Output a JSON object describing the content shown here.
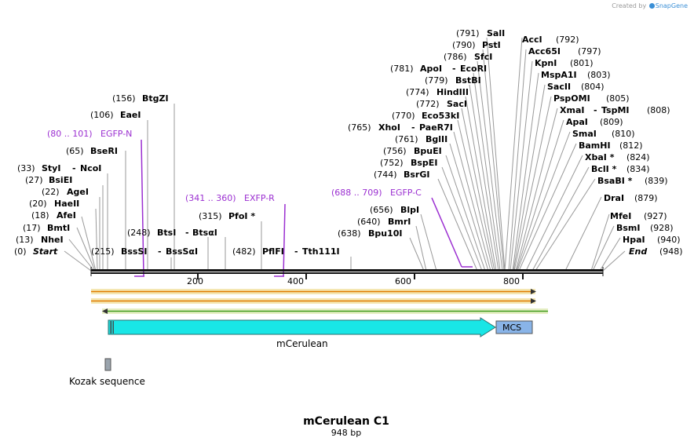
{
  "credit": {
    "prefix": "Created by",
    "brand": "SnapGene",
    "brand_color": "#3a8fd6"
  },
  "title": "mCerulean C1",
  "subtitle": "948 bp",
  "ruler": {
    "ticks": [
      "200",
      "400",
      "600",
      "800"
    ]
  },
  "colors": {
    "feature": "#19e6e6",
    "mcs": "#89b4e8",
    "primer": "#9b2fd1",
    "orf_orange": "#e07b00",
    "orf_green": "#3e9a1c",
    "kozak": "#9aa4ad"
  },
  "features": {
    "mcerulean": "mCerulean",
    "mcs": "MCS",
    "kozak": "Kozak sequence"
  },
  "primers": [
    {
      "id": "egfp_n",
      "pos": "(80 .. 101)",
      "name": "EGFP-N"
    },
    {
      "id": "exfp_r",
      "pos": "(341 .. 360)",
      "name": "EXFP-R"
    },
    {
      "id": "egfp_c",
      "pos": "(688 .. 709)",
      "name": "EGFP-C"
    }
  ],
  "enzymes_left": [
    {
      "pos": "(156)",
      "name": "BtgZI"
    },
    {
      "pos": "(106)",
      "name": "EaeI"
    },
    {
      "pos": "(65)",
      "name": "BseRI"
    },
    {
      "pos": "(33)",
      "name": "StyI",
      "name2": "NcoI"
    },
    {
      "pos": "(27)",
      "name": "BsiEI"
    },
    {
      "pos": "(22)",
      "name": "AgeI"
    },
    {
      "pos": "(20)",
      "name": "HaeII"
    },
    {
      "pos": "(18)",
      "name": "AfeI"
    },
    {
      "pos": "(17)",
      "name": "BmtI"
    },
    {
      "pos": "(13)",
      "name": "NheI"
    },
    {
      "pos": "(0)",
      "name": "Start"
    },
    {
      "pos": "(315)",
      "name": "PfoI *"
    },
    {
      "pos": "(248)",
      "name": "BtsI",
      "name2": "BtsαI"
    },
    {
      "pos": "(215)",
      "name": "BssSI",
      "name2": "BssSαI"
    },
    {
      "pos": "(482)",
      "name": "PflFI",
      "name2": "Tth111I"
    }
  ],
  "enzymes_mid": [
    {
      "pos": "(791)",
      "name": "SalI"
    },
    {
      "pos": "(790)",
      "name": "PstI"
    },
    {
      "pos": "(786)",
      "name": "SfcI"
    },
    {
      "pos": "(781)",
      "name": "ApoI",
      "name2": "EcoRI"
    },
    {
      "pos": "(779)",
      "name": "BstBI"
    },
    {
      "pos": "(774)",
      "name": "HindIII"
    },
    {
      "pos": "(772)",
      "name": "SacI"
    },
    {
      "pos": "(770)",
      "name": "Eco53kI"
    },
    {
      "pos": "(765)",
      "name": "XhoI",
      "name2": "PaeR7I"
    },
    {
      "pos": "(761)",
      "name": "BglII"
    },
    {
      "pos": "(756)",
      "name": "BpuEI"
    },
    {
      "pos": "(752)",
      "name": "BspEI"
    },
    {
      "pos": "(744)",
      "name": "BsrGI"
    },
    {
      "pos": "(656)",
      "name": "BlpI"
    },
    {
      "pos": "(640)",
      "name": "BmrI"
    },
    {
      "pos": "(638)",
      "name": "Bpu10I"
    }
  ],
  "enzymes_right": [
    {
      "pos": "(792)",
      "name": "AccI"
    },
    {
      "pos": "(797)",
      "name": "Acc65I"
    },
    {
      "pos": "(801)",
      "name": "KpnI"
    },
    {
      "pos": "(803)",
      "name": "MspA1I"
    },
    {
      "pos": "(804)",
      "name": "SacII"
    },
    {
      "pos": "(805)",
      "name": "PspOMI"
    },
    {
      "pos": "(808)",
      "name": "XmaI",
      "name2": "TspMI"
    },
    {
      "pos": "(809)",
      "name": "ApaI"
    },
    {
      "pos": "(810)",
      "name": "SmaI"
    },
    {
      "pos": "(812)",
      "name": "BamHI"
    },
    {
      "pos": "(824)",
      "name": "XbaI *"
    },
    {
      "pos": "(834)",
      "name": "BclI *"
    },
    {
      "pos": "(839)",
      "name": "BsaBI *"
    },
    {
      "pos": "(879)",
      "name": "DraI"
    },
    {
      "pos": "(927)",
      "name": "MfeI"
    },
    {
      "pos": "(928)",
      "name": "BsmI"
    },
    {
      "pos": "(940)",
      "name": "HpaI"
    },
    {
      "pos": "(948)",
      "name": "End"
    }
  ]
}
